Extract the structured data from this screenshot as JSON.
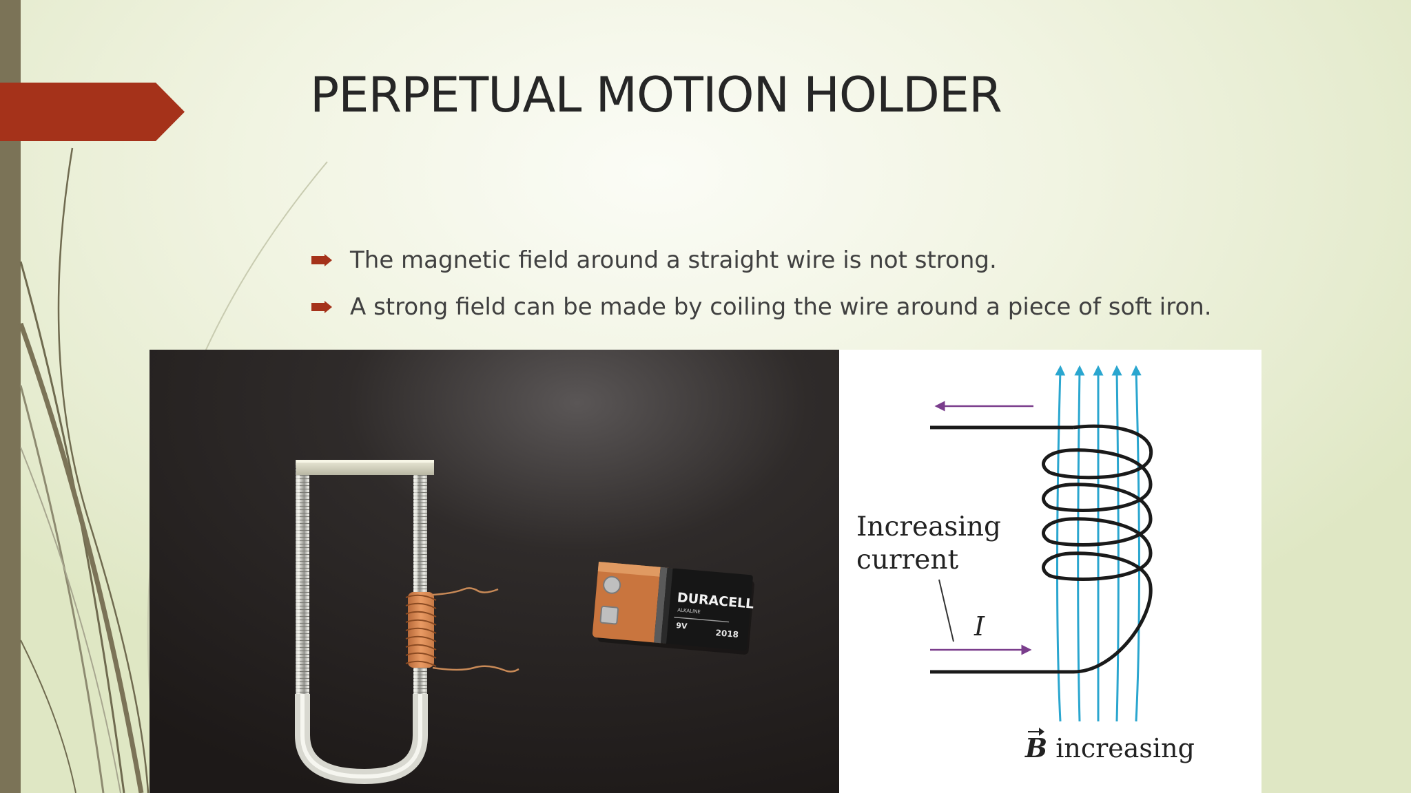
{
  "slide": {
    "title": "PERPETUAL MOTION HOLDER",
    "bullets": [
      "The magnetic field around a straight wire is not strong.",
      "A strong field can be made by coiling the wire around a piece of soft iron."
    ]
  },
  "photo": {
    "battery_brand": "DURACELL",
    "battery_voltage": "9V",
    "battery_date": "2018"
  },
  "diagram": {
    "label_increasing": "Increasing",
    "label_current": "current",
    "label_I": "I",
    "label_B_symbol": "B",
    "label_B_text": "increasing"
  },
  "colors": {
    "accent": "#a5321a",
    "left_bar": "#7b7357",
    "field_lines": "#2aa6cf",
    "current_arrows": "#7a3d8c",
    "coil": "#1a1a1a"
  },
  "icons": {
    "bullet": "arrow-bullet-icon",
    "title_marker": "pentagon-arrow"
  }
}
